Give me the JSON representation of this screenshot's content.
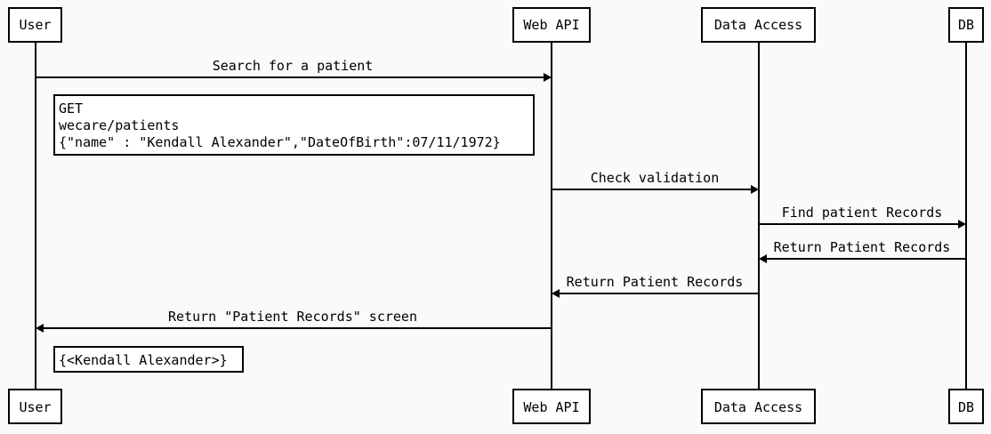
{
  "participants": [
    {
      "id": "user",
      "label": "User"
    },
    {
      "id": "webapi",
      "label": "Web API"
    },
    {
      "id": "dataaccess",
      "label": "Data Access"
    },
    {
      "id": "db",
      "label": "DB"
    }
  ],
  "messages": [
    {
      "from": "user",
      "to": "webapi",
      "label": "Search for a patient"
    },
    {
      "from": "webapi",
      "to": "dataaccess",
      "label": "Check validation"
    },
    {
      "from": "dataaccess",
      "to": "db",
      "label": "Find patient Records"
    },
    {
      "from": "db",
      "to": "dataaccess",
      "label": "Return Patient Records"
    },
    {
      "from": "dataaccess",
      "to": "webapi",
      "label": "Return Patient Records"
    },
    {
      "from": "webapi",
      "to": "user",
      "label": "Return \"Patient Records\" screen"
    }
  ],
  "notes": [
    {
      "lines": [
        "GET",
        "wecare/patients",
        "{\"name\" : \"Kendall Alexander\",\"DateOfBirth\":07/11/1972}"
      ]
    },
    {
      "lines": [
        "{<Kendall Alexander>}"
      ]
    }
  ],
  "colors": {
    "line": "#000000",
    "background": "#fafafa",
    "box": "#ffffff"
  }
}
